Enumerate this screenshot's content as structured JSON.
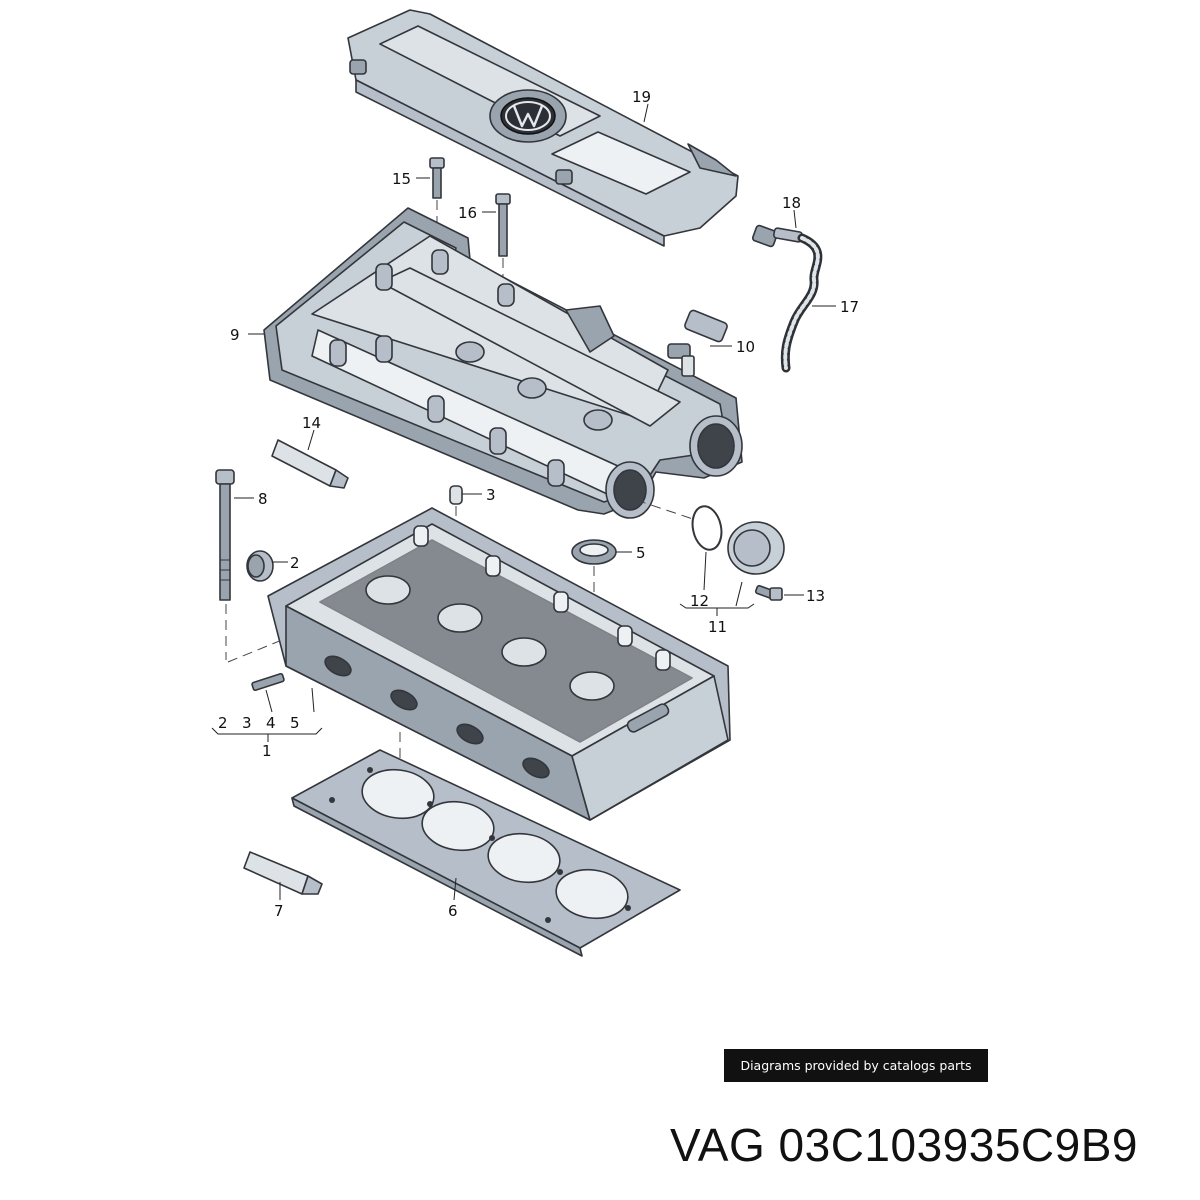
{
  "callouts": {
    "c1": "1",
    "c2": "2",
    "c2b": "2",
    "c3": "3",
    "c3b": "3",
    "c4": "4",
    "c5": "5",
    "c5b": "5",
    "c6": "6",
    "c7": "7",
    "c8": "8",
    "c9": "9",
    "c10": "10",
    "c11": "11",
    "c12": "12",
    "c13": "13",
    "c14": "14",
    "c15": "15",
    "c16": "16",
    "c17": "17",
    "c18": "18",
    "c19": "19"
  },
  "credit": "Diagrams provided by catalogs parts",
  "part_number": "VAG 03C103935C9B9",
  "icons": {
    "logo": "vw-logo-icon"
  },
  "colors": {
    "part_fill": "#b6bfc9",
    "outline": "#33363b",
    "label_bg": "#111111"
  }
}
